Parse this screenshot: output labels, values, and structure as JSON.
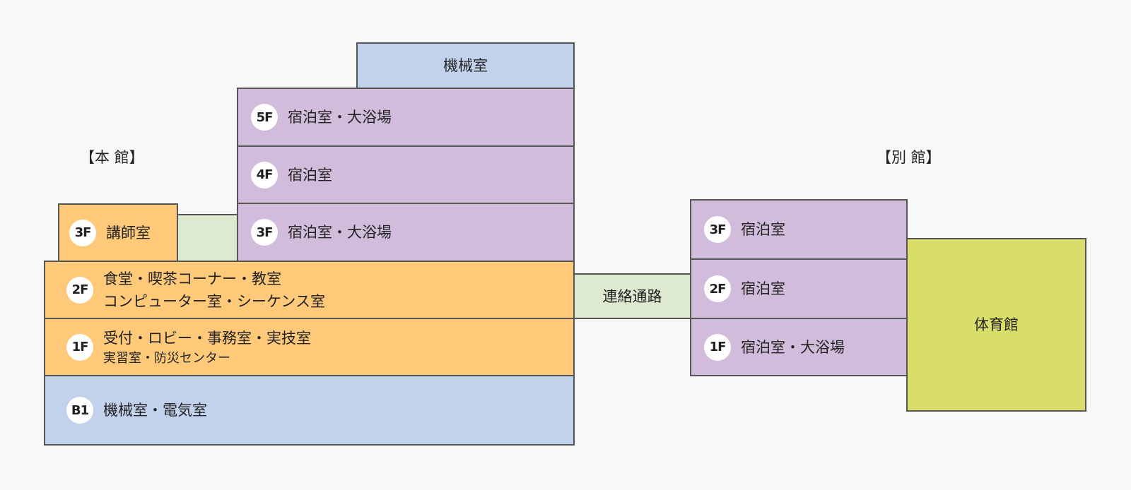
{
  "main_building": {
    "title": "【本 館】",
    "rooftop": {
      "label": "機械室"
    },
    "floors": {
      "f5": {
        "badge": "5F",
        "label": "宿泊室・大浴場"
      },
      "f4": {
        "badge": "4F",
        "label": "宿泊室"
      },
      "f3_right": {
        "badge": "3F",
        "label": "宿泊室・大浴場"
      },
      "f3_left": {
        "badge": "3F",
        "label": "講師室"
      },
      "f2": {
        "badge": "2F",
        "line1": "食堂・喫茶コーナー・教室",
        "line2": "コンピューター室・シーケンス室"
      },
      "f1": {
        "badge": "1F",
        "line1": "受付・ロビー・事務室・実技室",
        "line2": "実習室・防災センター"
      },
      "b1": {
        "badge": "B1",
        "label": "機械室・電気室"
      }
    }
  },
  "connector": {
    "label": "連絡通路"
  },
  "annex": {
    "title": "【別 館】",
    "floors": {
      "f3": {
        "badge": "3F",
        "label": "宿泊室"
      },
      "f2": {
        "badge": "2F",
        "label": "宿泊室"
      },
      "f1": {
        "badge": "1F",
        "label": "宿泊室・大浴場"
      }
    },
    "gym": {
      "label": "体育館"
    }
  },
  "colors": {
    "orange": "#fec978",
    "purple": "#d2bcdc",
    "blue": "#c3d2ec",
    "green": "#ddeacf",
    "lime": "#d9de6b",
    "border": "#555555"
  }
}
